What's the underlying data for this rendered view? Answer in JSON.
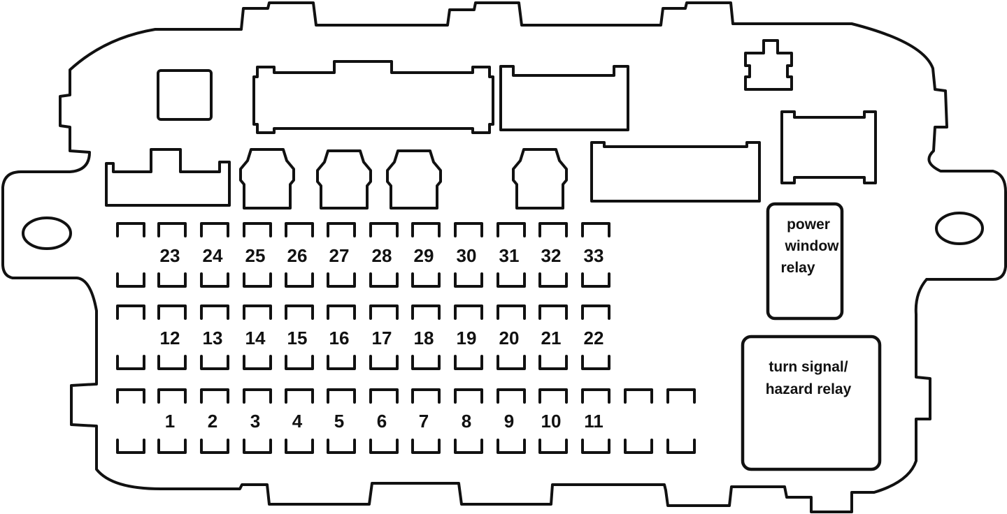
{
  "fuse_rows": [
    {
      "row": "top",
      "numbers": [
        "23",
        "24",
        "25",
        "26",
        "27",
        "28",
        "29",
        "30",
        "31",
        "32",
        "33"
      ]
    },
    {
      "row": "middle",
      "numbers": [
        "12",
        "13",
        "14",
        "15",
        "16",
        "17",
        "18",
        "19",
        "20",
        "21",
        "22"
      ]
    },
    {
      "row": "bottom",
      "numbers": [
        "1",
        "2",
        "3",
        "4",
        "5",
        "6",
        "7",
        "8",
        "9",
        "10",
        "11"
      ]
    }
  ],
  "relays": {
    "power_window": {
      "lines": [
        "power",
        "window",
        "relay"
      ]
    },
    "turn_signal": {
      "lines": [
        "turn signal/",
        "hazard relay"
      ]
    }
  }
}
